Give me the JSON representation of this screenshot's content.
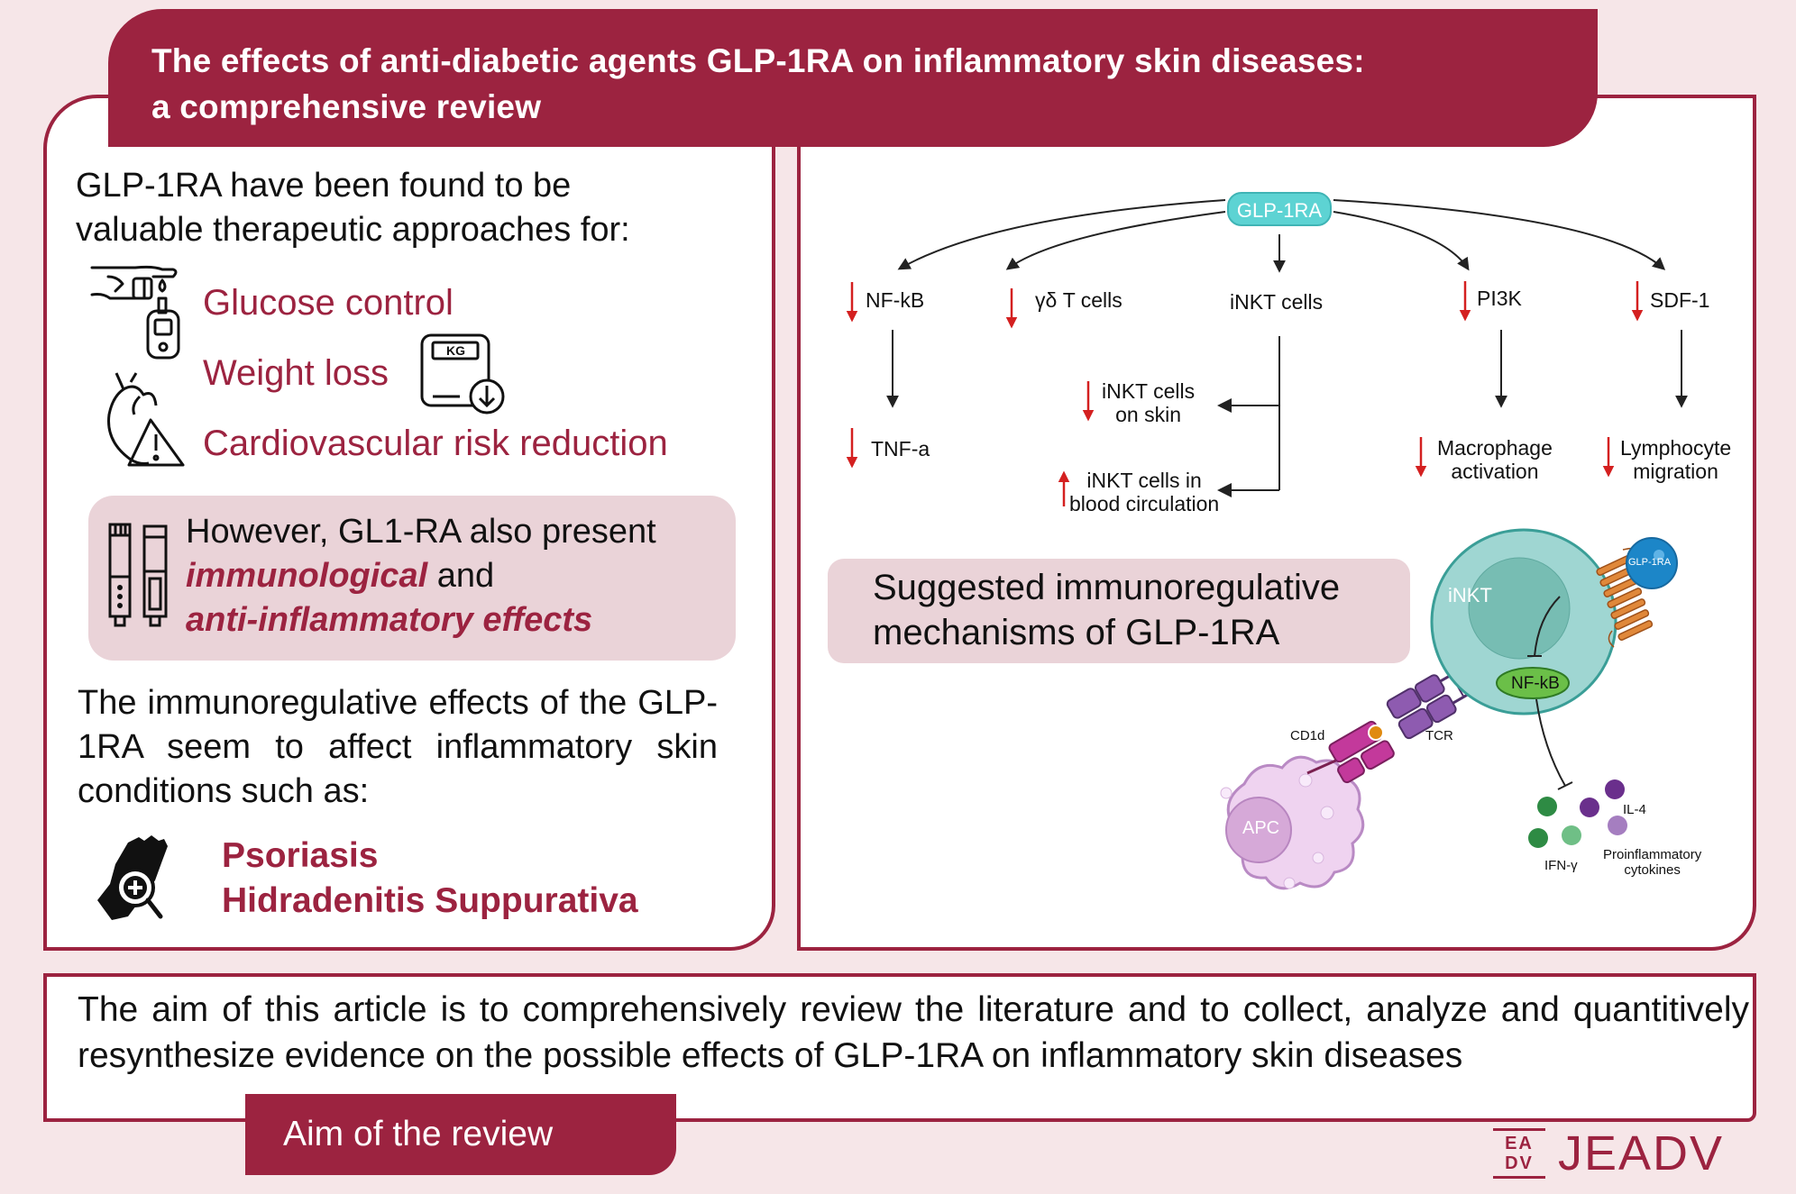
{
  "title": {
    "line1": "The effects of anti-diabetic agents GLP-1RA on inflammatory skin diseases:",
    "line2": "a comprehensive review"
  },
  "left_panel": {
    "intro_line1": "GLP-1RA have been found to be",
    "intro_line2": "valuable therapeutic approaches for:",
    "benefits": [
      {
        "label": "Glucose control",
        "icon": "glucose-meter-icon"
      },
      {
        "label": "Weight loss",
        "icon": "weight-scale-icon"
      },
      {
        "label": "Cardiovascular risk reduction",
        "icon": "heart-warning-icon"
      }
    ],
    "scale_label": "KG",
    "highlight_box": {
      "line1": "However, GL1-RA also present",
      "em1": "immunological",
      "and": " and",
      "em2": "anti-inflammatory effects",
      "icon": "injection-pen-icon"
    },
    "immuno_text": "The immunoregulative effects of the GLP-1RA seem to affect inflammatory skin conditions such as:",
    "conditions": [
      "Psoriasis",
      "Hidradenitis Suppurativa"
    ],
    "conditions_icon": "hand-magnifier-icon"
  },
  "right_panel": {
    "source": "GLP-1RA",
    "targets": [
      {
        "label": "NF-kB",
        "direction": "down"
      },
      {
        "label": "γδ T cells",
        "direction": "down"
      },
      {
        "label": "iNKT cells",
        "direction": "none"
      },
      {
        "label": "PI3K",
        "direction": "down"
      },
      {
        "label": "SDF-1",
        "direction": "down"
      }
    ],
    "effects": {
      "tnf": {
        "label": "TNF-a",
        "direction": "down"
      },
      "inkt_skin": {
        "line1": "iNKT cells",
        "line2": "on skin",
        "direction": "down"
      },
      "inkt_blood": {
        "line1": "iNKT cells in",
        "line2": "blood circulation",
        "direction": "up"
      },
      "macrophage": {
        "line1": "Macrophage",
        "line2": "activation",
        "direction": "down"
      },
      "lymphocyte": {
        "line1": "Lymphocyte",
        "line2": "migration",
        "direction": "down"
      }
    },
    "mechanism_box": {
      "line1": "Suggested immunoregulative",
      "line2": "mechanisms of GLP-1RA"
    },
    "illustration": {
      "inkt_label": "iNKT",
      "nfkb_label": "NF-kB",
      "glp_ligand": "GLP-1RA",
      "cd1d_label": "CD1d",
      "tcr_label": "TCR",
      "apc_label": "APC",
      "il4_label": "IL-4",
      "ifn_label": "IFN-γ",
      "cytokines_line1": "Proinflammatory",
      "cytokines_line2": "cytokines"
    }
  },
  "aim": {
    "text": "The aim of this article is to comprehensively review the literature and to collect, analyze and quantitively resynthesize evidence on the possible effects of GLP-1RA on inflammatory skin diseases",
    "tab_label": "Aim of the review"
  },
  "logo": {
    "mark_top": "EA",
    "mark_bottom": "DV",
    "text": "JEADV"
  },
  "colors": {
    "brand": "#9c2340",
    "background": "#f6e6e8",
    "pink_box": "#ead3d8",
    "arrow_red": "#d42020",
    "glp_teal": "#5dd3d3"
  }
}
